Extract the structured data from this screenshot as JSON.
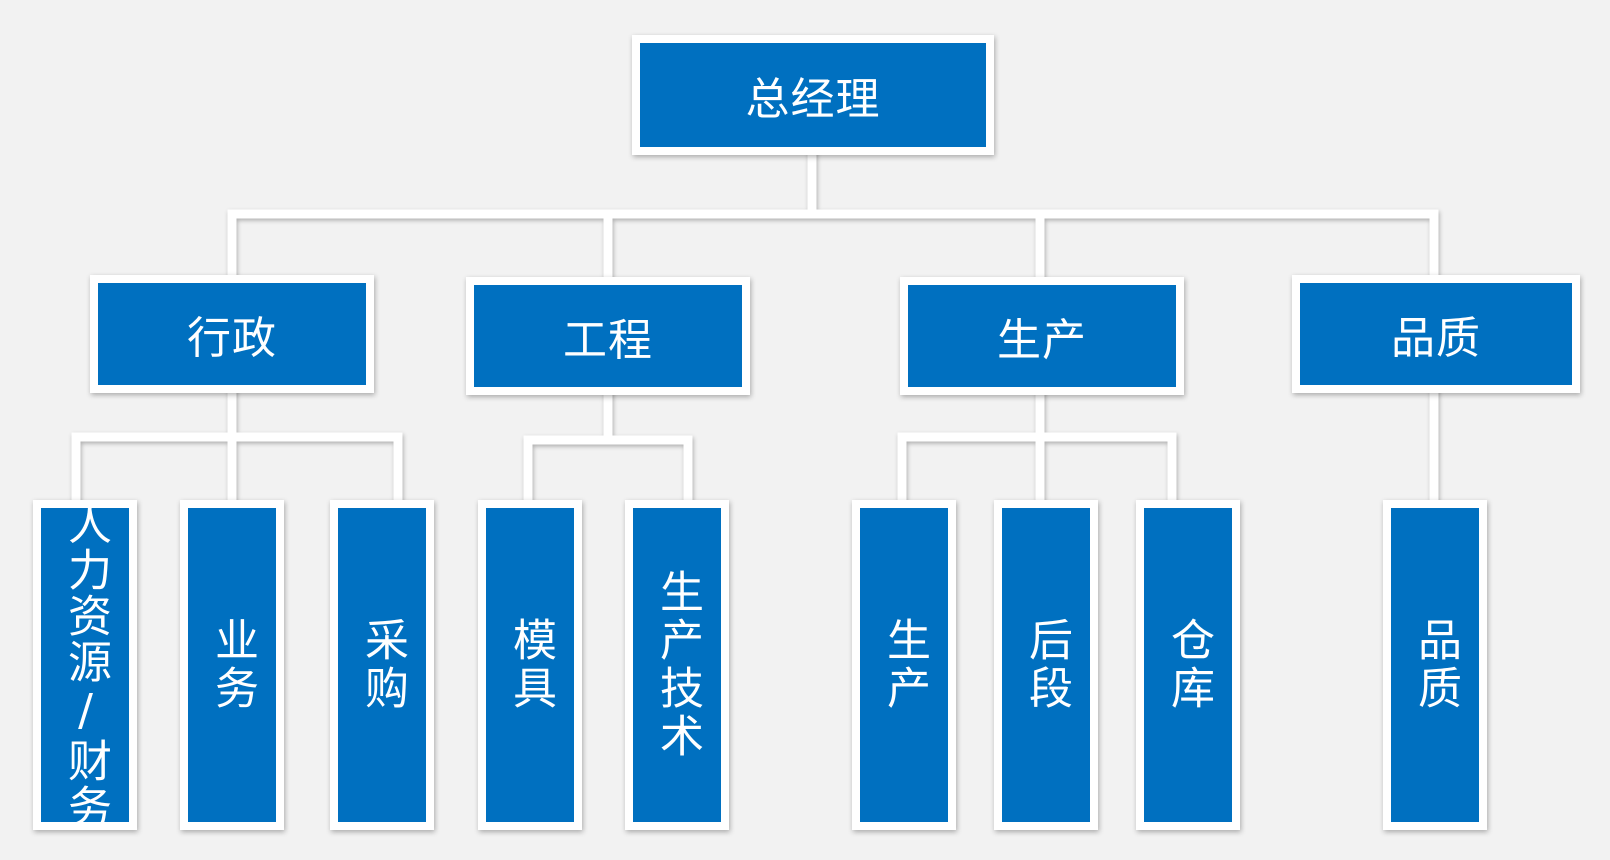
{
  "org_chart": {
    "root": {
      "label": "总经理"
    },
    "departments": [
      {
        "label": "行政",
        "units": [
          "人力资源/财务",
          "业务",
          "采购"
        ]
      },
      {
        "label": "工程",
        "units": [
          "模具",
          "生产技术"
        ]
      },
      {
        "label": "生产",
        "units": [
          "生产",
          "后段",
          "仓库"
        ]
      },
      {
        "label": "品质",
        "units": [
          "品质"
        ]
      }
    ]
  },
  "colors": {
    "box_fill": "#0070c0",
    "box_border": "#ffffff",
    "connector": "#ffffff",
    "background": "#f2f2f2"
  }
}
